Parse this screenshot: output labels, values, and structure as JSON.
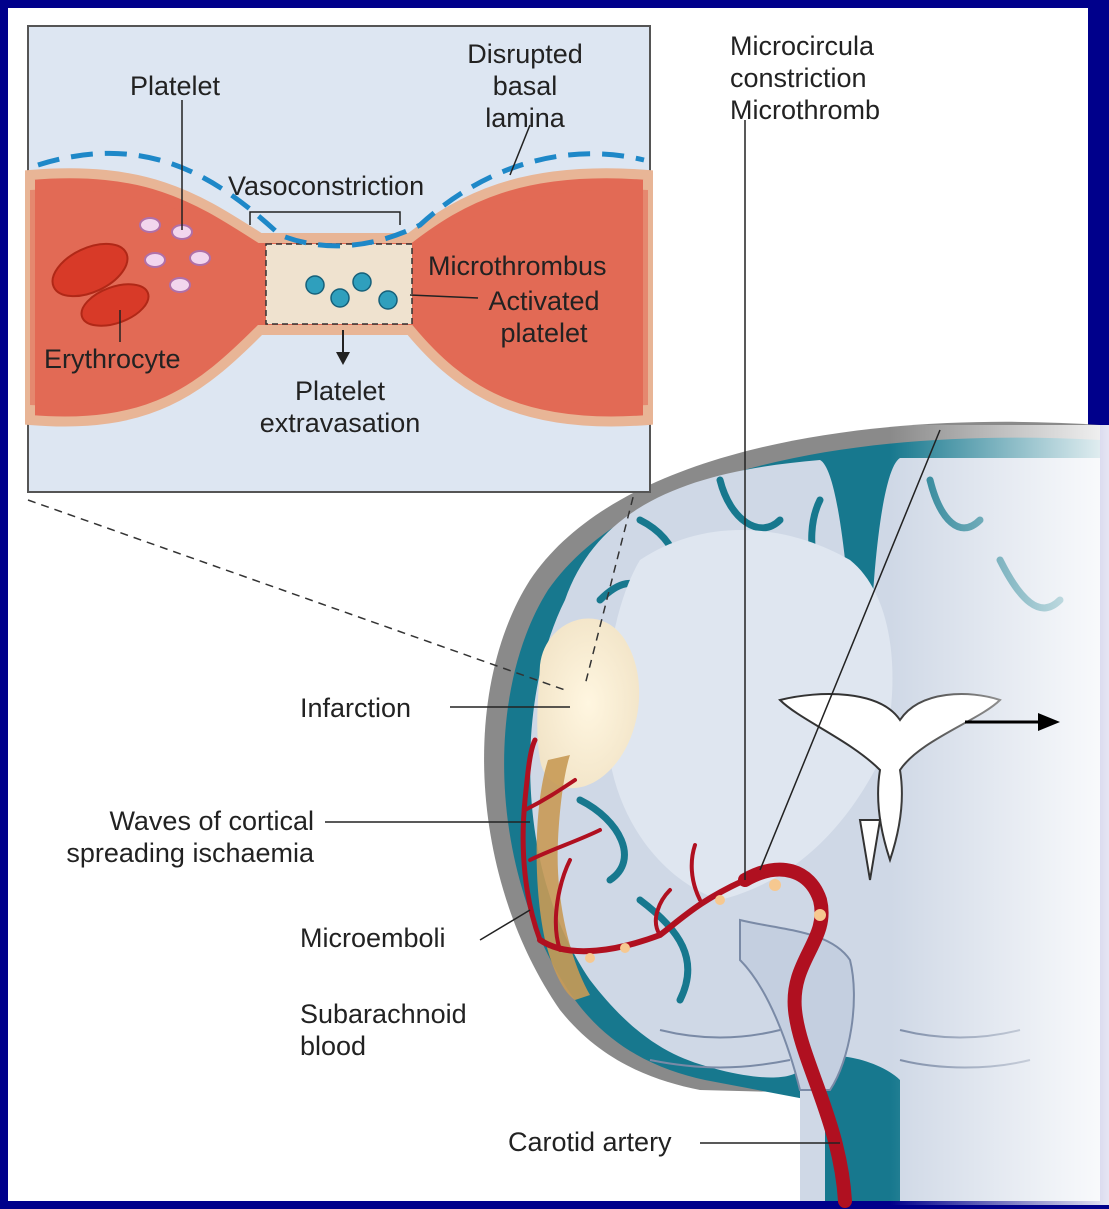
{
  "colors": {
    "slide_background": "#00008b",
    "vessel": "#e26a55",
    "csf": "#17788e",
    "brain": "#cfd8e6",
    "artery": "#b01020",
    "inset_background": "#dde6f2"
  },
  "inset": {
    "label_disrupted_1": "Disrupted",
    "label_disrupted_2": "basal",
    "label_disrupted_3": "lamina",
    "label_platelet": "Platelet",
    "label_vasoconstriction": "Vasoconstriction",
    "label_microthrombus": "Microthrombus",
    "label_activated_1": "Activated",
    "label_activated_2": "platelet",
    "label_erythrocyte": "Erythrocyte",
    "label_extravasation_1": "Platelet",
    "label_extravasation_2": "extravasation"
  },
  "brain": {
    "label_micro_1": "Microcircula",
    "label_micro_2": "constriction",
    "label_micro_3": "Microthromb",
    "label_infarction": "Infarction",
    "label_waves_1": "Waves of cortical",
    "label_waves_2": "spreading ischaemia",
    "label_microemboli": "Microemboli",
    "label_subarachnoid_1": "Subarachnoid",
    "label_subarachnoid_2": "blood",
    "label_carotid": "Carotid artery"
  }
}
